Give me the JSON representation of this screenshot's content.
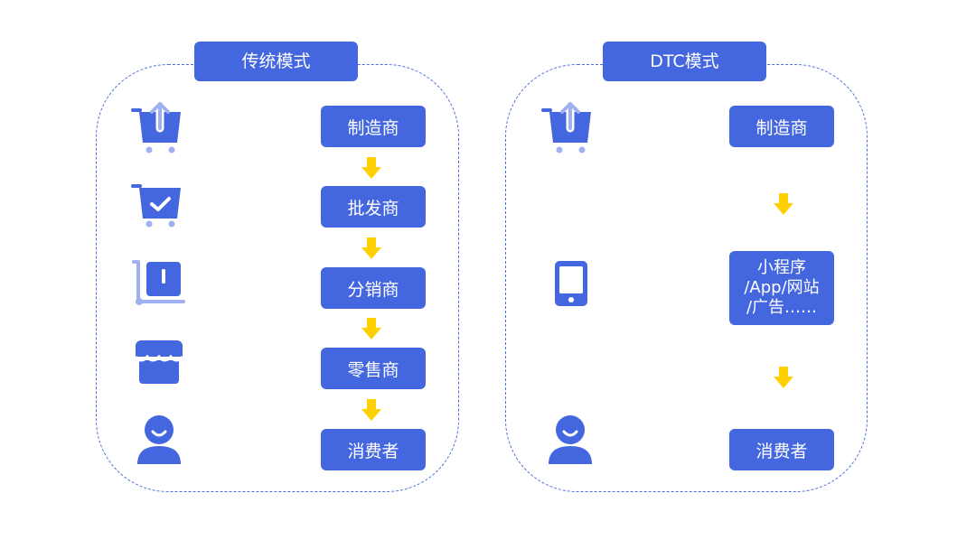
{
  "traditional": {
    "title": "传统模式",
    "steps": [
      "制造商",
      "批发商",
      "分销商",
      "零售商",
      "消费者"
    ],
    "icons": [
      "cart-upload-icon",
      "cart-check-icon",
      "hand-truck-icon",
      "storefront-icon",
      "person-icon"
    ]
  },
  "dtc": {
    "title": "DTC模式",
    "steps": [
      "制造商",
      "小程序\n/App/网站\n/广告……",
      "消费者"
    ],
    "channel_lines": [
      "小程序",
      "/App/网站",
      "/广告……"
    ],
    "icons": [
      "cart-upload-icon",
      "smartphone-icon",
      "person-icon"
    ]
  },
  "colors": {
    "primary": "#4467e0",
    "light": "#9fb1f0",
    "arrow": "#ffd000",
    "dash": "#4a6fdc"
  }
}
